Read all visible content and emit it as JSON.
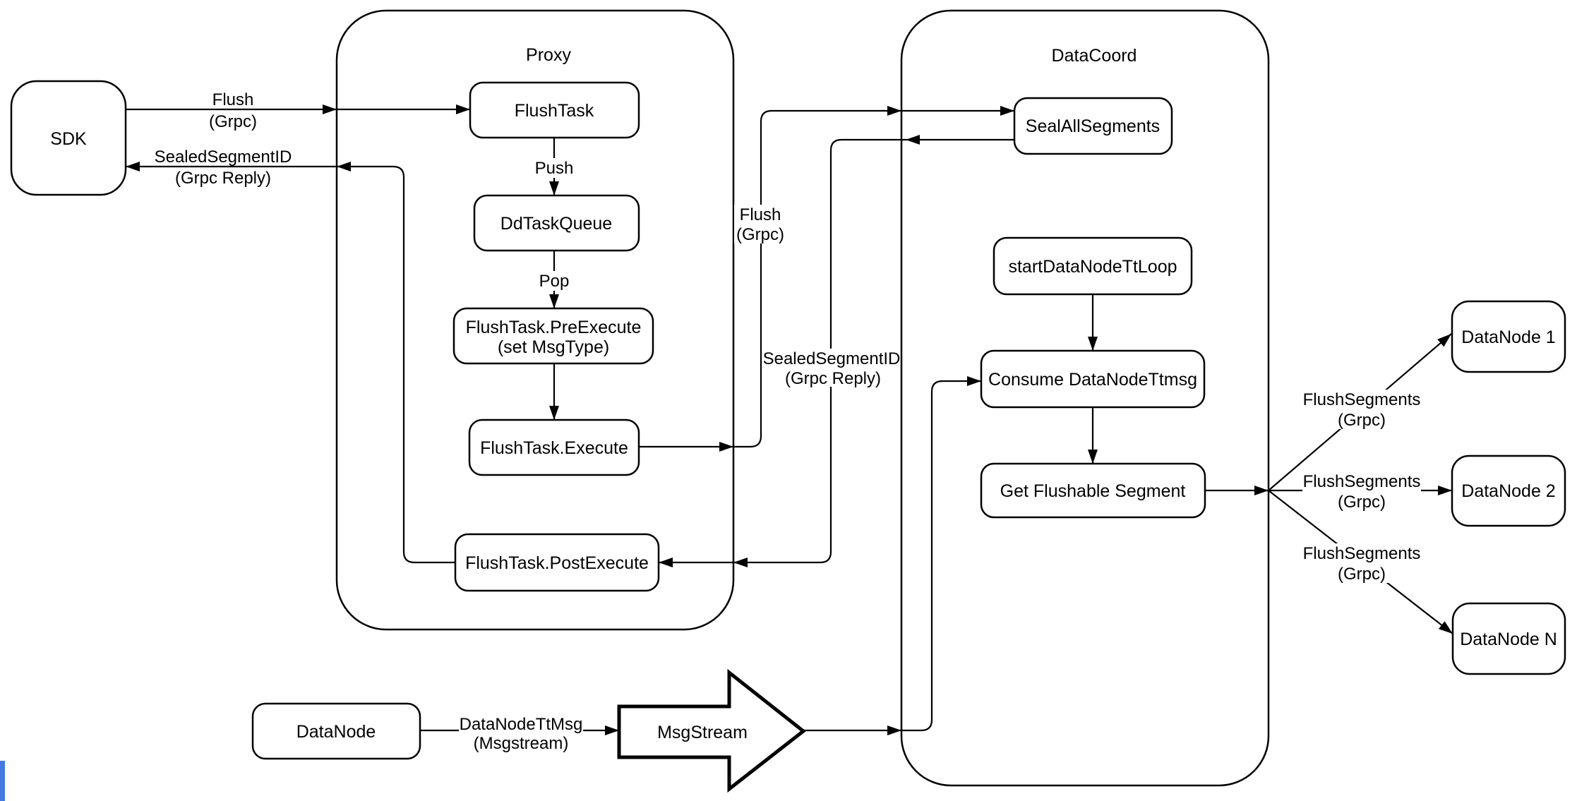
{
  "diagram": {
    "containers": {
      "proxy": {
        "label": "Proxy"
      },
      "datacoord": {
        "label": "DataCoord"
      }
    },
    "nodes": {
      "sdk": {
        "label": "SDK"
      },
      "flush_task": {
        "label": "FlushTask"
      },
      "dd_task_queue": {
        "label": "DdTaskQueue"
      },
      "flush_task_pre_execute": {
        "label_line1": "FlushTask.PreExecute",
        "label_line2": "(set MsgType)"
      },
      "flush_task_execute": {
        "label": "FlushTask.Execute"
      },
      "flush_task_post_execute": {
        "label": "FlushTask.PostExecute"
      },
      "seal_all_segments": {
        "label": "SealAllSegments"
      },
      "start_data_node_tt_loop": {
        "label": "startDataNodeTtLoop"
      },
      "consume_data_node_ttmsg": {
        "label": "Consume DataNodeTtmsg"
      },
      "get_flushable_segment": {
        "label": "Get Flushable Segment"
      },
      "data_node": {
        "label": "DataNode"
      },
      "msg_stream": {
        "label": "MsgStream"
      },
      "data_node_1": {
        "label": "DataNode 1"
      },
      "data_node_2": {
        "label": "DataNode 2"
      },
      "data_node_n": {
        "label": "DataNode N"
      }
    },
    "edge_labels": {
      "flush_sdk": {
        "line1": "Flush",
        "line2": "(Grpc)"
      },
      "sealed_sdk": {
        "line1": "SealedSegmentID",
        "line2": "(Grpc Reply)"
      },
      "push": {
        "line1": "Push"
      },
      "pop": {
        "line1": "Pop"
      },
      "flush_mid": {
        "line1": "Flush",
        "line2": "(Grpc)"
      },
      "sealed_mid": {
        "line1": "SealedSegmentID",
        "line2": "(Grpc Reply)"
      },
      "flush_segments_1": {
        "line1": "FlushSegments",
        "line2": "(Grpc)"
      },
      "flush_segments_2": {
        "line1": "FlushSegments",
        "line2": "(Grpc)"
      },
      "flush_segments_3": {
        "line1": "FlushSegments",
        "line2": "(Grpc)"
      },
      "data_node_tt_msg": {
        "line1": "DataNodeTtMsg",
        "line2": "(Msgstream)"
      }
    },
    "colors": {
      "stroke": "#000000",
      "node_fill": "#ffffff",
      "background": "#ffffff",
      "left_edge_artifact": "#4579e2"
    }
  }
}
